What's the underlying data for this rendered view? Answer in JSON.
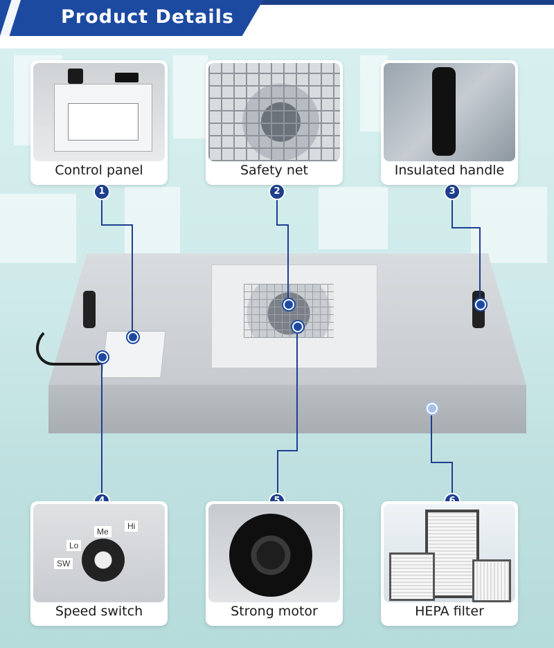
{
  "header": {
    "title": "Product Details"
  },
  "features": [
    {
      "number": "1",
      "label": "Control panel"
    },
    {
      "number": "2",
      "label": "Safety net"
    },
    {
      "number": "3",
      "label": "Insulated handle"
    },
    {
      "number": "4",
      "label": "Speed switch"
    },
    {
      "number": "5",
      "label": "Strong motor"
    },
    {
      "number": "6",
      "label": "HEPA filter"
    }
  ],
  "speed_switch_labels": {
    "sw": "SW",
    "lo": "Lo",
    "me": "Me",
    "hi": "Hi"
  },
  "colors": {
    "accent": "#1d4aa1",
    "line": "#1d3f8f",
    "background": "#cfeaea"
  }
}
